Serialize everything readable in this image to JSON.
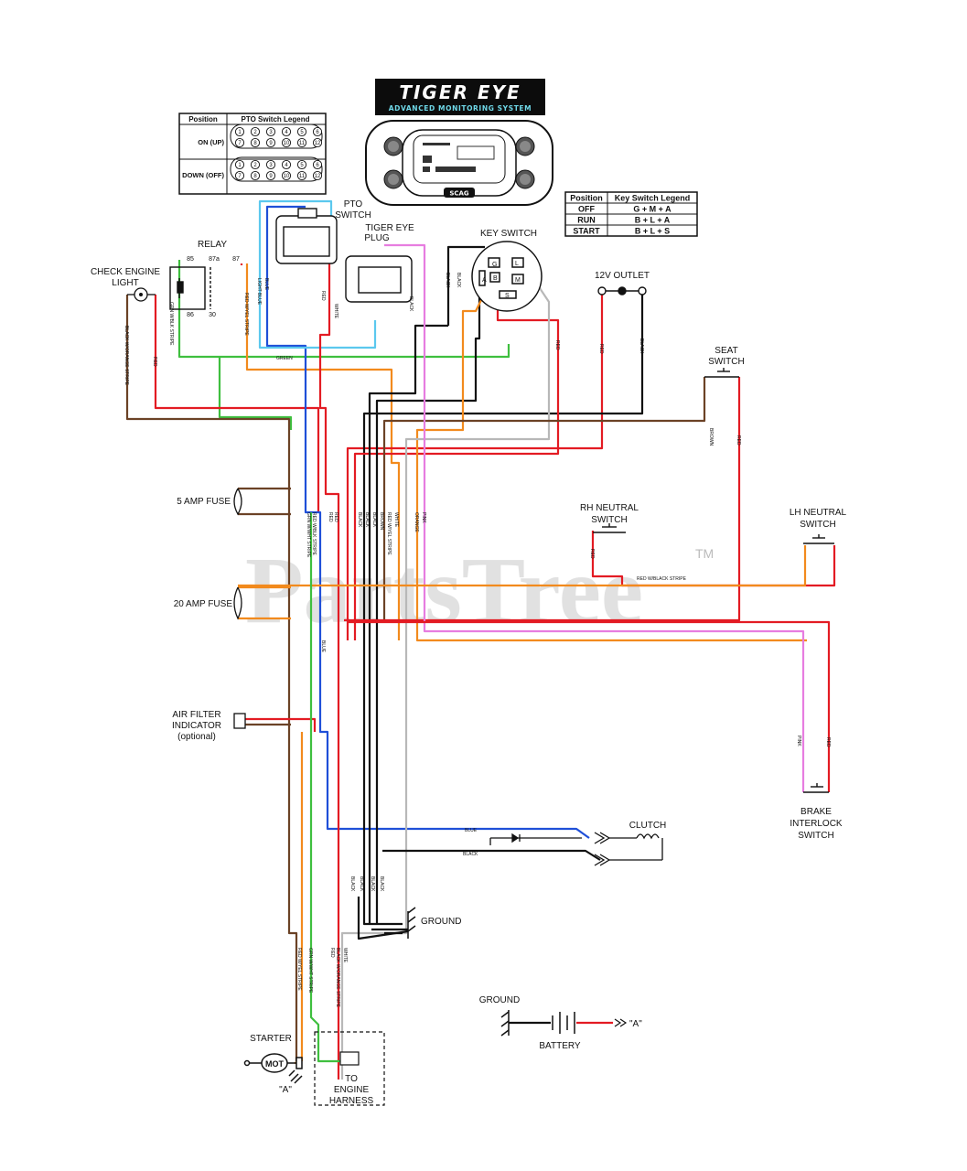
{
  "logo": {
    "title": "TIGER EYE",
    "subtitle": "ADVANCED MONITORING SYSTEM",
    "brand": "SCAG"
  },
  "watermark": {
    "text": "PartsTree",
    "tm": "TM"
  },
  "pto_legend": {
    "header_position": "Position",
    "header_title": "PTO Switch Legend",
    "rows": [
      {
        "label": "ON (UP)"
      },
      {
        "label": "DOWN (OFF)"
      }
    ],
    "pins_top": [
      "1",
      "2",
      "3",
      "4",
      "5",
      "6"
    ],
    "pins_bottom": [
      "7",
      "8",
      "9",
      "10",
      "11",
      "12"
    ]
  },
  "key_legend": {
    "header_position": "Position",
    "header_title": "Key Switch Legend",
    "rows": [
      {
        "position": "OFF",
        "value": "G + M + A"
      },
      {
        "position": "RUN",
        "value": "B + L + A"
      },
      {
        "position": "START",
        "value": "B + L + S"
      }
    ]
  },
  "components": {
    "pto_switch": [
      "PTO",
      "SWITCH"
    ],
    "tiger_eye_plug": [
      "TIGER EYE",
      "PLUG"
    ],
    "key_switch": "KEY SWITCH",
    "relay": "RELAY",
    "relay_pins": {
      "p85": "85",
      "p87a": "87a",
      "p87": "87",
      "p86": "86",
      "p30": "30"
    },
    "check_engine": [
      "CHECK ENGINE",
      "LIGHT"
    ],
    "outlet": "12V OUTLET",
    "seat_switch": [
      "SEAT",
      "SWITCH"
    ],
    "rh_neutral": [
      "RH NEUTRAL",
      "SWITCH"
    ],
    "lh_neutral": [
      "LH NEUTRAL",
      "SWITCH"
    ],
    "fuse5": "5 AMP FUSE",
    "fuse20": "20 AMP FUSE",
    "air_filter": [
      "AIR FILTER",
      "INDICATOR",
      "(optional)"
    ],
    "brake_interlock": [
      "BRAKE",
      "INTERLOCK",
      "SWITCH"
    ],
    "clutch": "CLUTCH",
    "ground1": "GROUND",
    "ground2": "GROUND",
    "battery": "BATTERY",
    "battery_ref": "\"A\"",
    "starter": "STARTER",
    "starter_ref": "\"A\"",
    "motor": "MOT",
    "to_engine": [
      "TO",
      "ENGINE",
      "HARNESS"
    ],
    "key_pins": {
      "A": "A",
      "G": "G",
      "L": "L",
      "B": "B",
      "M": "M",
      "S": "S"
    }
  },
  "wire_labels": {
    "green": "GREEN",
    "red_outlet": "RED",
    "black_outlet": "BLACK",
    "red_key": "RED",
    "black_key1": "BLACK",
    "black_key2": "BLACK",
    "black_relay": "BLACK W/ORANGE STRIPE",
    "red_check": "RED",
    "grn_wht_relay": "GRN W/BLK STRIPE",
    "red_ylw_relay": "RED W/YEL STRIPE",
    "blue_pto": "BLUE",
    "lt_blue_pto": "LIGHT BLUE",
    "red_plug": "RED",
    "white_plug": "WHITE",
    "black_plug": "BLACK",
    "brown_seat": "BROWN",
    "red_seat": "RED",
    "red_rh": "RED",
    "red_blk_stripe": "RED W/BLACK STRIPE",
    "pink_brake": "PINK",
    "red_brake": "RED",
    "blue_clutch": "BLUE",
    "black_clutch": "BLACK",
    "blue_trunk": "BLUE",
    "trunk_labels": [
      "BLACK",
      "BLACK",
      "BLACK",
      "BROWN",
      "RED W/YEL STRIPE",
      "WHITE",
      "ORANGE",
      "PINK"
    ],
    "trunk_left_labels": [
      "RED W/BLK STRIPE",
      "GRN W/WHT STRIPE",
      "RED",
      "RED"
    ],
    "ground_labels": [
      "BLACK",
      "BLACK",
      "BLACK",
      "BLACK"
    ],
    "bottom_labels": [
      "RED W/YEL STRIPE",
      "GRN W/WHT STRIPE",
      "BLACK W/ORANGE STRIPE",
      "WHITE",
      "RED"
    ]
  },
  "colors": {
    "red": "#e31b23",
    "black": "#111111",
    "green": "#3fbf3f",
    "blue": "#1f4fd8",
    "light_blue": "#5bc8ee",
    "orange": "#f28a1d",
    "brown": "#6b4226",
    "pink": "#e77de0",
    "white_wire": "#b8b8b8",
    "outline": "#111111"
  }
}
